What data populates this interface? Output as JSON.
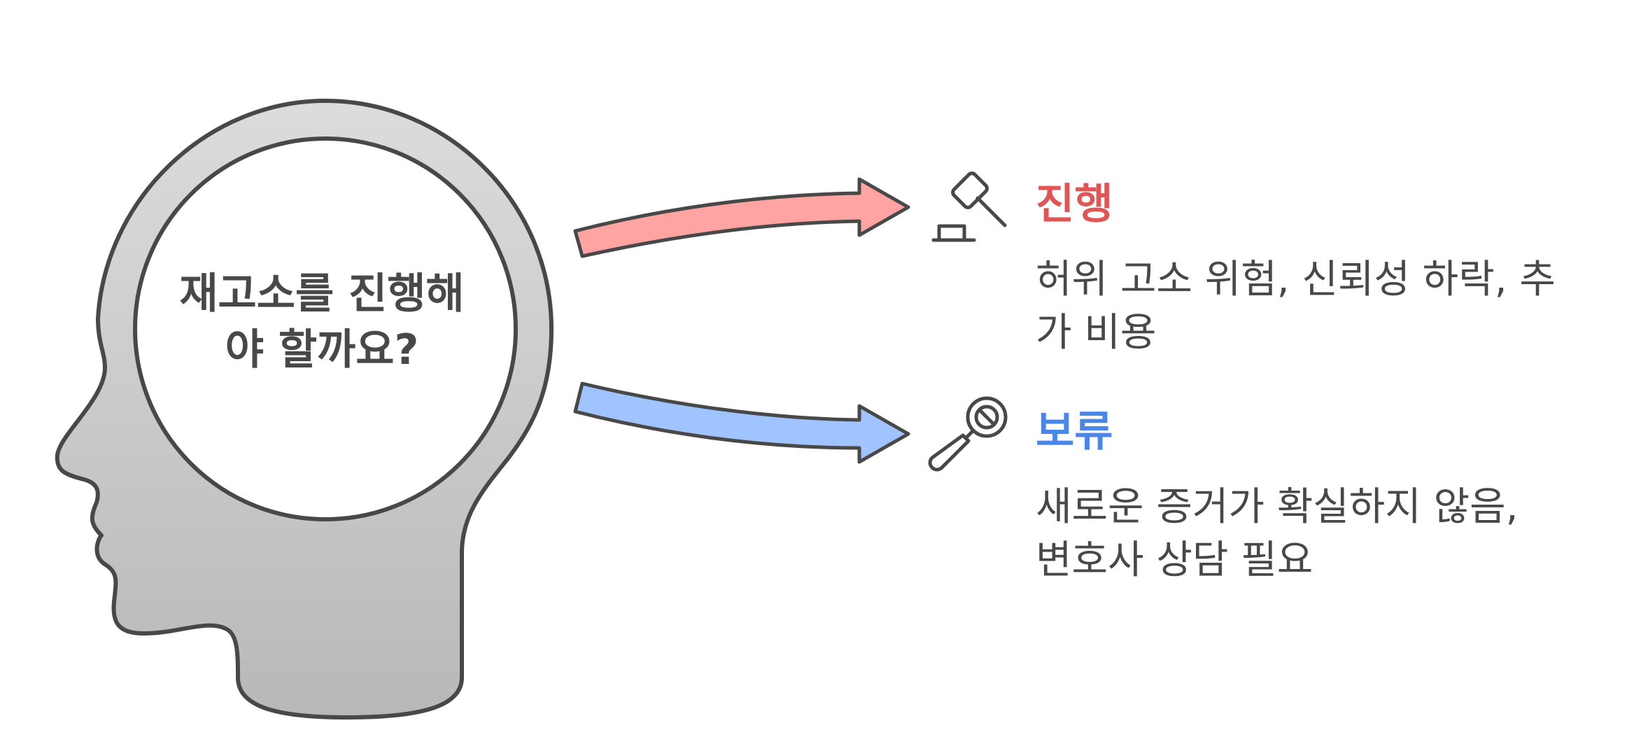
{
  "question": {
    "line1": "재고소를 진행해",
    "line2": "야 할까요?"
  },
  "options": [
    {
      "title": "진행",
      "desc_line1": "허위 고소 위험, 신뢰성 하락, 추",
      "desc_line2": "가 비용",
      "color": "#e05555",
      "arrow_color": "#ffa3a3",
      "icon": "gavel-icon"
    },
    {
      "title": "보류",
      "desc_line1": "새로운 증거가 확실하지 않음,",
      "desc_line2": "변호사 상담 필요",
      "color": "#4a86e8",
      "arrow_color": "#a0c4ff",
      "icon": "magnifier-icon"
    }
  ],
  "colors": {
    "outline": "#484848",
    "head_light": "#dcdcdc",
    "head_dark": "#b8b8b8"
  }
}
